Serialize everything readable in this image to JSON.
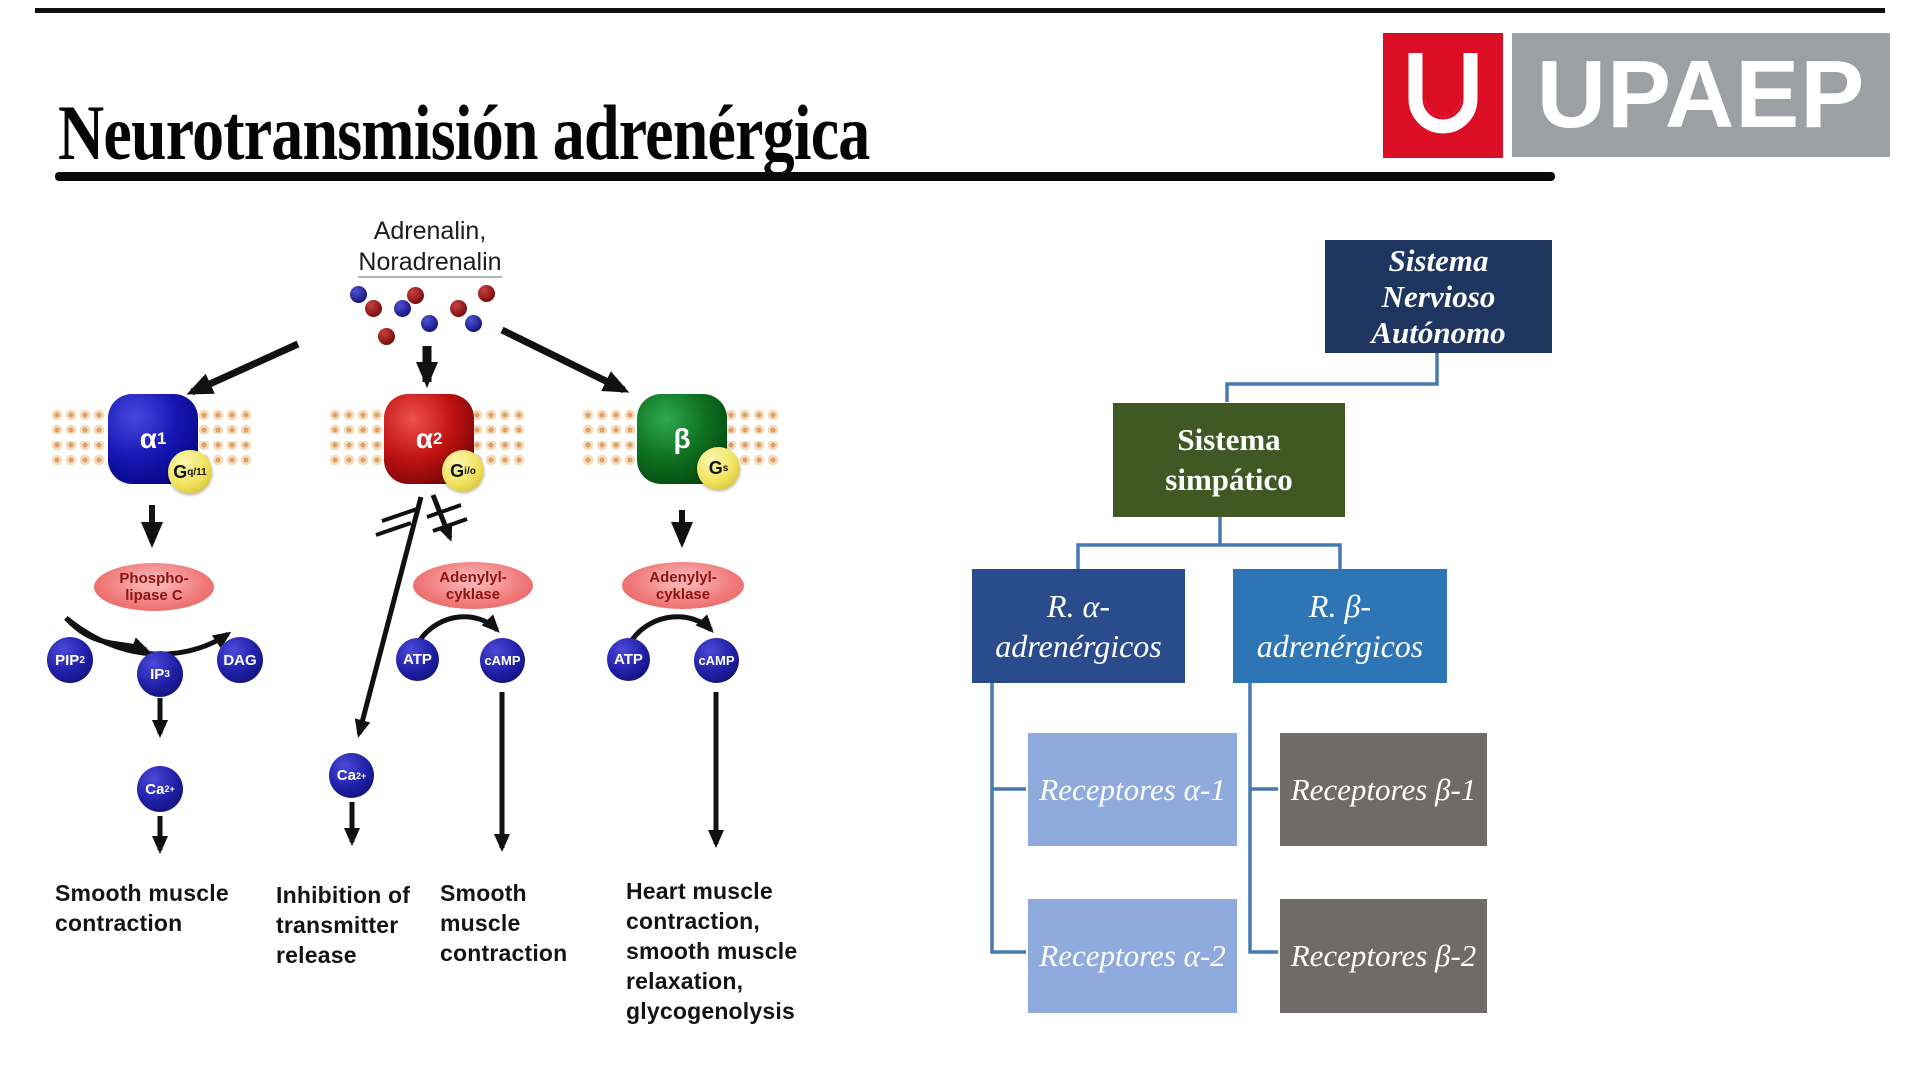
{
  "slide": {
    "title": "Neurotransmisión adrenérgica",
    "logo": {
      "monogram": "U",
      "wordmark": "UPAEP",
      "red": "#DB0E26",
      "gray": "#9CA0A4"
    }
  },
  "diagram": {
    "ligands": {
      "line1": "Adrenalin,",
      "line2": "Noradrenalin",
      "dot_colors": [
        "#2222AA",
        "#A01212"
      ]
    },
    "receptors": {
      "alpha1": {
        "base": "α",
        "sub": "1",
        "g_base": "G",
        "g_sub": "q/11",
        "color": "#1616B4"
      },
      "alpha2": {
        "base": "α",
        "sub": "2",
        "g_base": "G",
        "g_sub": "i/o",
        "color": "#C01212"
      },
      "beta": {
        "base": "β",
        "sub": "",
        "g_base": "G",
        "g_sub": "s",
        "color": "#0E7020"
      }
    },
    "enzymes": {
      "plc": {
        "line1": "Phospho-",
        "line2": "lipase C"
      },
      "ac1": {
        "line1": "Adenylyl-",
        "line2": "cyklase"
      },
      "ac2": {
        "line1": "Adenylyl-",
        "line2": "cyklase"
      }
    },
    "molecules": {
      "pip2": {
        "base": "PIP",
        "sub": "2"
      },
      "ip3": {
        "base": "IP",
        "sub": "3"
      },
      "dag": {
        "base": "DAG"
      },
      "ca_a1": {
        "base": "Ca",
        "sup": "2+"
      },
      "ca_a2": {
        "base": "Ca",
        "sup": "2+"
      },
      "atp1": {
        "base": "ATP"
      },
      "camp1": {
        "base": "cAMP"
      },
      "atp2": {
        "base": "ATP"
      },
      "camp2": {
        "base": "cAMP"
      }
    },
    "outcomes": {
      "alpha1": {
        "lines": [
          "Smooth muscle",
          "contraction"
        ]
      },
      "alpha2": {
        "lines": [
          "Inhibition of",
          "transmitter",
          "release"
        ]
      },
      "alpha2_ac": {
        "lines": [
          "Smooth",
          "muscle",
          "contraction"
        ]
      },
      "beta": {
        "lines": [
          "Heart muscle",
          "contraction,",
          "smooth muscle",
          "relaxation,",
          "glycogenolysis"
        ]
      }
    }
  },
  "orgchart": {
    "connector_color": "#4679B2",
    "root": {
      "lines": [
        "Sistema",
        "Nervioso",
        "Autónomo"
      ],
      "color": "#1E3560"
    },
    "sympathetic": {
      "lines": [
        "Sistema",
        "simpático"
      ],
      "color": "#3F5824"
    },
    "alpha": {
      "lines": [
        "R. α-",
        "adrenérgicos"
      ],
      "color": "#2B4C8C"
    },
    "beta": {
      "lines": [
        "R. β-",
        "adrenérgicos"
      ],
      "color": "#2E75B6"
    },
    "leaves": [
      {
        "label": "Receptores α-1",
        "color": "#8FAADC"
      },
      {
        "label": "Receptores α-2",
        "color": "#8FAADC"
      },
      {
        "label": "Receptores β-1",
        "color": "#706B69"
      },
      {
        "label": "Receptores β-2",
        "color": "#706B69"
      }
    ]
  }
}
